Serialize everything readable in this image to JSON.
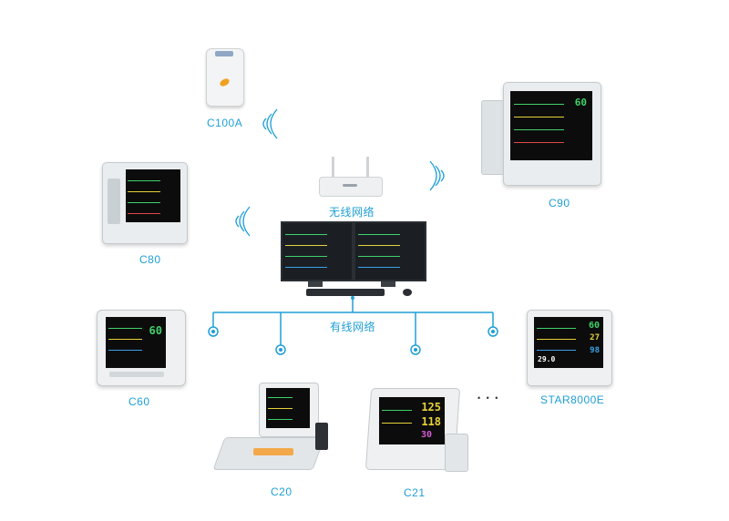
{
  "diagram": {
    "center": {
      "wireless_label": "无线网络",
      "wired_label": "有线网络"
    },
    "devices": [
      {
        "id": "c100a",
        "label": "C100A"
      },
      {
        "id": "c90",
        "label": "C90"
      },
      {
        "id": "c80",
        "label": "C80"
      },
      {
        "id": "c60",
        "label": "C60",
        "readout": "60"
      },
      {
        "id": "star8000e",
        "label": "STAR8000E",
        "readouts": [
          "60",
          "27",
          "98",
          "29.0"
        ]
      },
      {
        "id": "c20",
        "label": "C20"
      },
      {
        "id": "c21",
        "label": "C21",
        "readouts": [
          "125",
          "118",
          "30"
        ]
      }
    ],
    "ellipsis": "• • •",
    "colors": {
      "accent": "#1f9fd6",
      "device_body": "#e9ecee",
      "screen": "#0c0c0c"
    }
  }
}
